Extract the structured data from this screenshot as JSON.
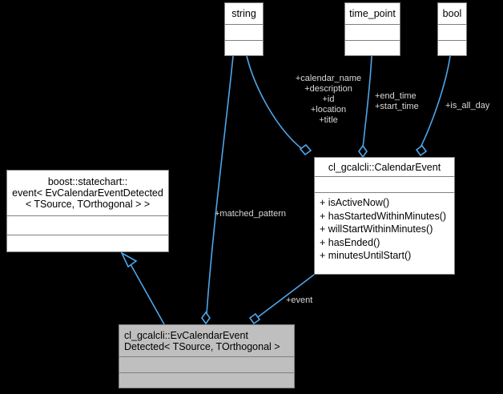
{
  "diagram": {
    "kind": "uml-class-diagram",
    "background": "#000000",
    "edge_color": "#4ea6ea",
    "node_fill": "#ffffff",
    "node_highlight_fill": "#bfbfbf",
    "node_border": "#808080",
    "label_color": "#d9d9d9"
  },
  "nodes": {
    "string": {
      "title": "string",
      "attributes": "",
      "operations": []
    },
    "time_point": {
      "title": "time_point",
      "attributes": "",
      "operations": []
    },
    "bool": {
      "title": "bool",
      "attributes": "",
      "operations": []
    },
    "boost_event": {
      "title": "boost::statechart::\nevent< EvCalendarEventDetected\n< TSource, TOrthogonal > >",
      "attributes": "",
      "operations": []
    },
    "calendar_event": {
      "title": "cl_gcalcli::CalendarEvent",
      "attributes": "",
      "operations": [
        "+  isActiveNow()",
        "+  hasStartedWithinMinutes()",
        "+  willStartWithinMinutes()",
        "+  hasEnded()",
        "+  minutesUntilStart()"
      ]
    },
    "ev_detected": {
      "title": "cl_gcalcli::EvCalendarEvent\nDetected< TSource, TOrthogonal >",
      "attributes": "",
      "operations": [],
      "highlighted": true
    }
  },
  "edges": [
    {
      "name": "string-to-calendarevent",
      "from": "string",
      "to": "calendar_event",
      "type": "aggregation",
      "label": "+calendar_name\n+description\n+id\n+location\n+title"
    },
    {
      "name": "timepoint-to-calendarevent",
      "from": "time_point",
      "to": "calendar_event",
      "type": "aggregation",
      "label": "+end_time\n+start_time"
    },
    {
      "name": "bool-to-calendarevent",
      "from": "bool",
      "to": "calendar_event",
      "type": "aggregation",
      "label": "+is_all_day"
    },
    {
      "name": "string-to-evdetected",
      "from": "string",
      "to": "ev_detected",
      "type": "aggregation",
      "label": "+matched_pattern"
    },
    {
      "name": "calendarevent-to-evdetected",
      "from": "calendar_event",
      "to": "ev_detected",
      "type": "aggregation",
      "label": "+event"
    },
    {
      "name": "evdetected-inherits-boost-event",
      "from": "ev_detected",
      "to": "boost_event",
      "type": "inheritance",
      "label": ""
    }
  ]
}
